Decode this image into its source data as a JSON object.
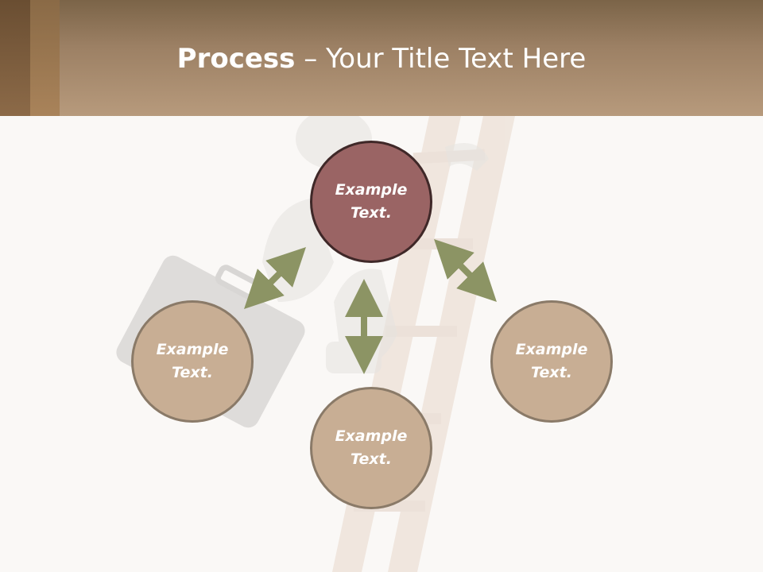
{
  "slide": {
    "title_bold": "Process",
    "title_dash": " – ",
    "title_rest": "Your Title Text Here"
  },
  "diagram": {
    "center_node": {
      "line1": "Example",
      "line2": "Text."
    },
    "left_node": {
      "line1": "Example",
      "line2": "Text."
    },
    "bottom_node": {
      "line1": "Example",
      "line2": "Text."
    },
    "right_node": {
      "line1": "Example",
      "line2": "Text."
    }
  },
  "colors": {
    "header": "#b79a7c",
    "center_node_fill": "#9a6464",
    "center_node_border": "#3f2828",
    "side_node_fill": "#c8ae94",
    "side_node_border": "#8a7a68",
    "arrow": "#8c9464"
  }
}
